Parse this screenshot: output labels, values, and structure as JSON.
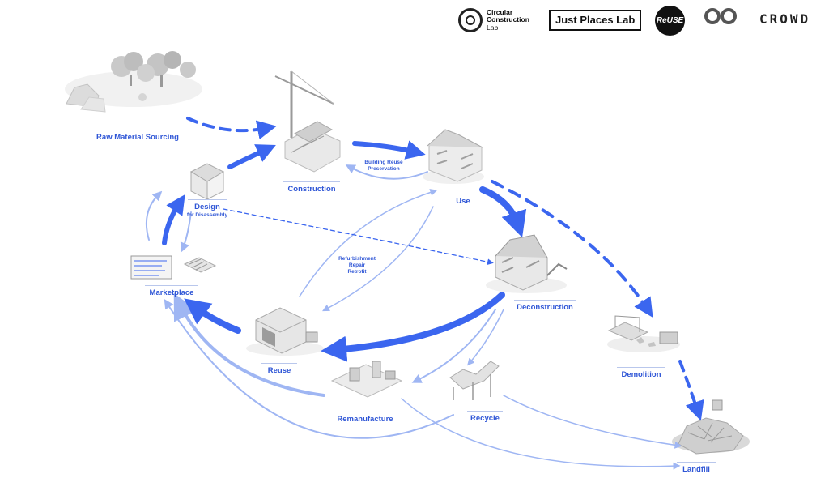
{
  "logos": {
    "ccl_line1": "Circular",
    "ccl_line2": "Construction",
    "ccl_line3": "Lab",
    "jpl": "Just Places Lab",
    "reuse": "ReUSE",
    "crowd": "CROWD"
  },
  "stages": {
    "raw_material": "Raw Material Sourcing",
    "construction": "Construction",
    "use": "Use",
    "design": "Design",
    "design_sub": "for Disassembly",
    "marketplace": "Marketplace",
    "deconstruction": "Deconstruction",
    "demolition": "Demolition",
    "reuse": "Reuse",
    "remanufacture": "Remanufacture",
    "recycle": "Recycle",
    "landfill": "Landfill"
  },
  "notes": {
    "building_reuse": [
      "Building Reuse",
      "Preservation"
    ],
    "refurbishment": [
      "Refurbishment",
      "Repair",
      "Retrofit"
    ]
  },
  "colors": {
    "primary_flow": "#3b66ef",
    "secondary_flow": "#9fb6f3",
    "label": "#2f56d6"
  }
}
